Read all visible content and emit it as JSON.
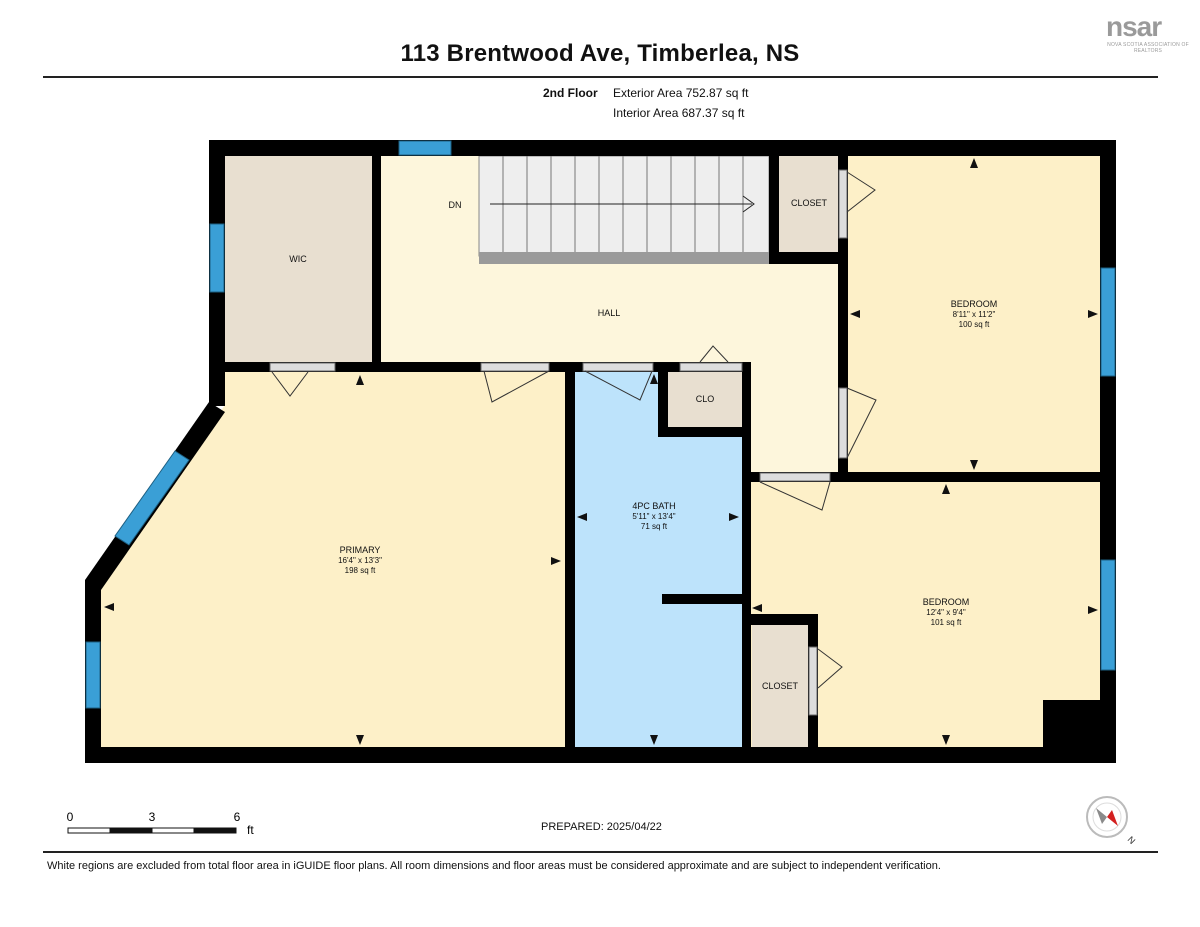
{
  "title": "113 Brentwood Ave, Timberlea, NS",
  "logo": {
    "text": "nsar",
    "subtext": "NOVA SCOTIA ASSOCIATION OF REALTORS"
  },
  "floor": {
    "name": "2nd Floor",
    "exterior_area": "Exterior Area 752.87 sq ft",
    "interior_area": "Interior Area 687.37 sq ft"
  },
  "rooms": {
    "wic": {
      "name": "WIC"
    },
    "dn": {
      "name": "DN"
    },
    "hall": {
      "name": "HALL"
    },
    "closet_top": {
      "name": "CLOSET"
    },
    "bedroom_top": {
      "name": "BEDROOM",
      "dims": "8'11\" x 11'2\"",
      "area": "100 sq ft"
    },
    "clo": {
      "name": "CLO"
    },
    "bath": {
      "name": "4PC BATH",
      "dims": "5'11\" x 13'4\"",
      "area": "71 sq ft"
    },
    "primary": {
      "name": "PRIMARY",
      "dims": "16'4\" x 13'3\"",
      "area": "198 sq ft"
    },
    "bedroom_bottom": {
      "name": "BEDROOM",
      "dims": "12'4\" x 9'4\"",
      "area": "101 sq ft"
    },
    "closet_bottom": {
      "name": "CLOSET"
    }
  },
  "scale": {
    "ticks": [
      "0",
      "3",
      "6"
    ],
    "unit": "ft"
  },
  "compass": {
    "label": "N"
  },
  "prepared": "PREPARED: 2025/04/22",
  "footer": "White regions are excluded from total floor area in iGUIDE floor plans. All room dimensions and floor areas must be considered approximate and are subject to independent verification.",
  "colors": {
    "wall": "#000000",
    "bedroom": "#fdf0c8",
    "hall": "#fdf6dc",
    "closet": "#e8dfd0",
    "bath": "#bde3fb",
    "window": "#3a9fd6",
    "door": "#dddddd"
  }
}
